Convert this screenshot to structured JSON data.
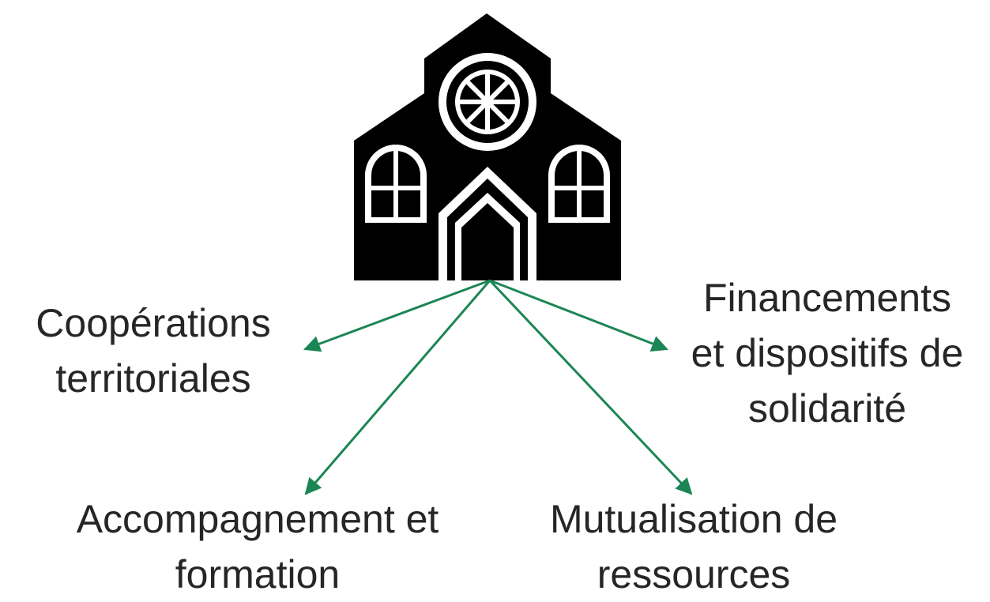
{
  "colors": {
    "background": "#ffffff",
    "icon": "#000000",
    "arrow": "#1b8654",
    "text": "#262626"
  },
  "icon": {
    "name": "church-building-icon"
  },
  "labels": {
    "cooperations": {
      "line1": "Coopérations",
      "line2": "territoriales"
    },
    "financements": {
      "line1": "Financements",
      "line2": "et dispositifs de",
      "line3": "solidarité"
    },
    "accompagnement": {
      "line1": "Accompagnement et",
      "line2": "formation"
    },
    "mutualisation": {
      "line1": "Mutualisation de",
      "line2": "ressources"
    }
  }
}
